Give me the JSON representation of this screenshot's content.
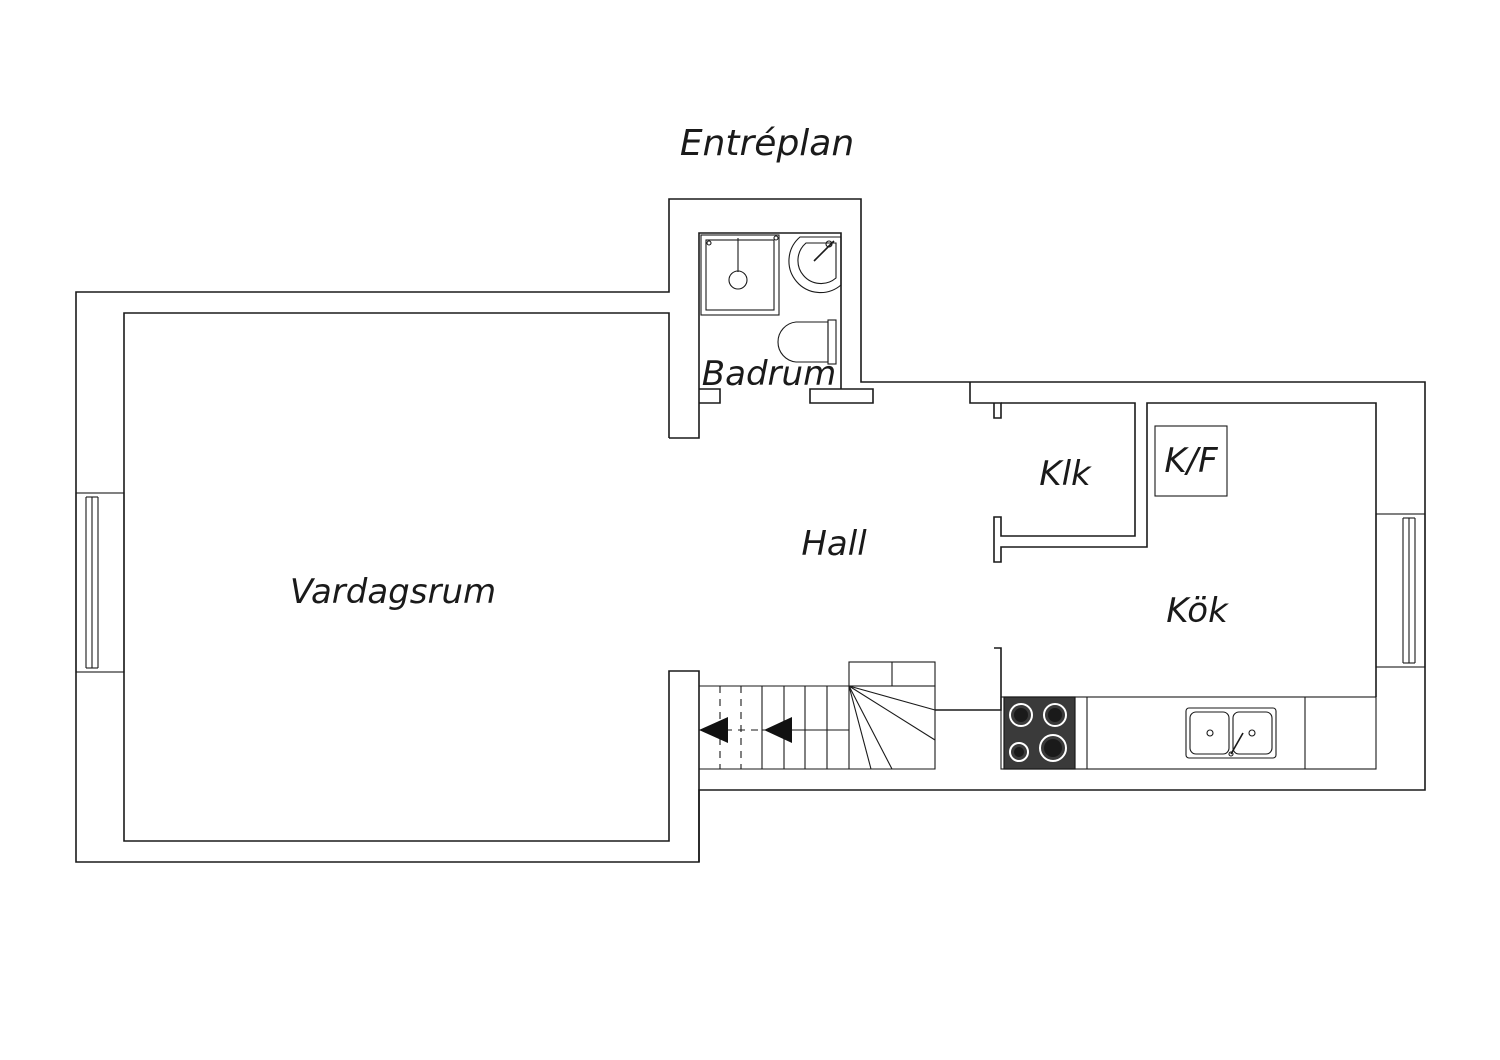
{
  "title": "Entréplan",
  "rooms": {
    "living": "Vardagsrum",
    "hall": "Hall",
    "bathroom": "Badrum",
    "closet": "Klk",
    "fridge": "K/F",
    "kitchen": "Kök"
  },
  "colors": {
    "line": "#1a1a1a",
    "stove": "#3a3a3a",
    "background": "#ffffff"
  }
}
